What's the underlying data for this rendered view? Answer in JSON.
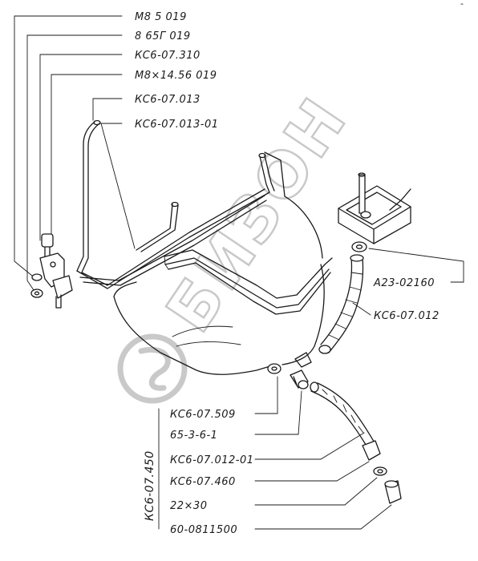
{
  "watermark": {
    "text": "БИЗОН",
    "color": "#c9c9c9"
  },
  "callouts": [
    {
      "id": "m8-5-019",
      "text": "М8 5 019"
    },
    {
      "id": "8-65g-019",
      "text": "8 65Г 019"
    },
    {
      "id": "ks6-07-310",
      "text": "КС6-07.310"
    },
    {
      "id": "m8x14-56-019",
      "text": "М8×14.56 019"
    },
    {
      "id": "ks6-07-013",
      "text": "КС6-07.013"
    },
    {
      "id": "ks6-07-013-01",
      "text": "КС6-07.013-01"
    },
    {
      "id": "a23-02160",
      "text": "А23-02160"
    },
    {
      "id": "ks6-07-012",
      "text": "КС6-07.012"
    },
    {
      "id": "ks6-07-509",
      "text": "КС6-07.509"
    },
    {
      "id": "65-3-6-1",
      "text": "65-3-6-1"
    },
    {
      "id": "ks6-07-012-01",
      "text": "КС6-07.012-01"
    },
    {
      "id": "ks6-07-460",
      "text": "КС6-07.460"
    },
    {
      "id": "22x30",
      "text": "22×30"
    },
    {
      "id": "60-0811500",
      "text": "60-0811500"
    }
  ],
  "group_label": {
    "text": "КС6-07.450"
  },
  "corner_mark": {
    "text": "-"
  }
}
